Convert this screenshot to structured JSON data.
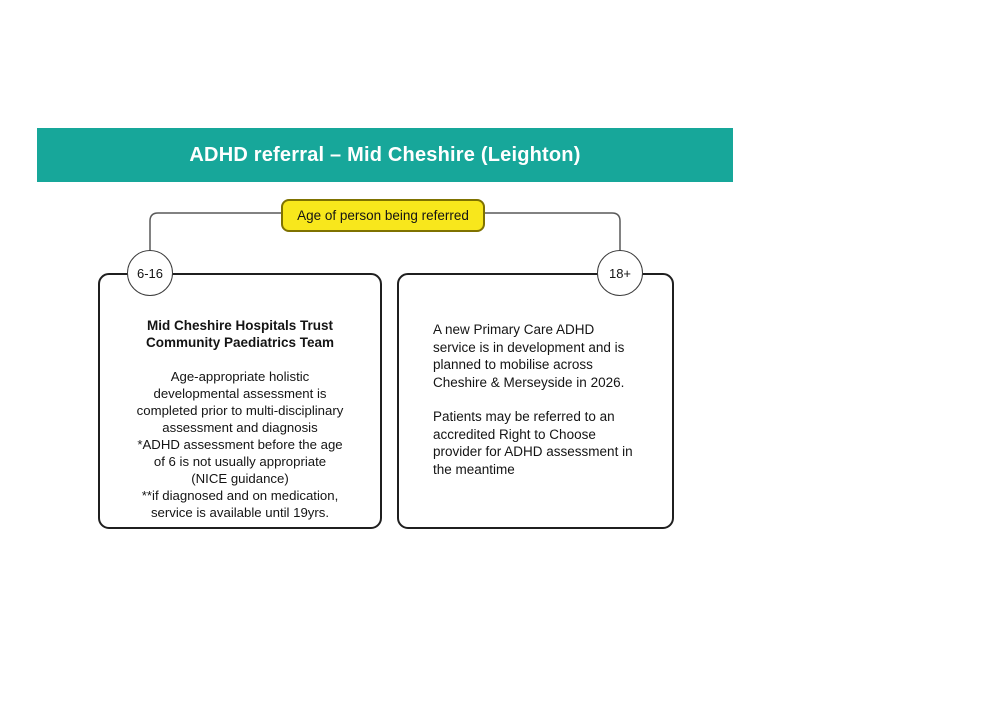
{
  "header": {
    "title": "ADHD referral – Mid Cheshire (Leighton)"
  },
  "age_label": {
    "text": "Age of person being referred"
  },
  "left_branch": {
    "age": "6-16",
    "heading_lines": [
      "Mid Cheshire Hospitals Trust",
      "Community Paediatrics Team"
    ],
    "body_lines": [
      "Age-appropriate holistic",
      "developmental assessment is",
      "completed prior to multi-disciplinary",
      "assessment and diagnosis",
      "*ADHD assessment before the age",
      "of 6 is not usually appropriate",
      "(NICE guidance)",
      "**if diagnosed and on medication,",
      "service is available until 19yrs."
    ]
  },
  "right_branch": {
    "age": "18+",
    "paragraph1_lines": [
      "A new Primary Care ADHD",
      "service is in development and is",
      "planned to mobilise across",
      "Cheshire & Merseyside in 2026."
    ],
    "paragraph2_lines": [
      "Patients may be referred to an",
      "accredited Right to Choose",
      "provider for ADHD assessment in",
      "the meantime"
    ]
  },
  "colors": {
    "header_background": "#17A79A",
    "header_text": "#FFFFFF",
    "age_label_background": "#F8E71C",
    "age_label_border": "#7F7200",
    "connector_line": "#595959",
    "box_border": "#1F1F1F",
    "circle_border": "#3C3C3C"
  }
}
